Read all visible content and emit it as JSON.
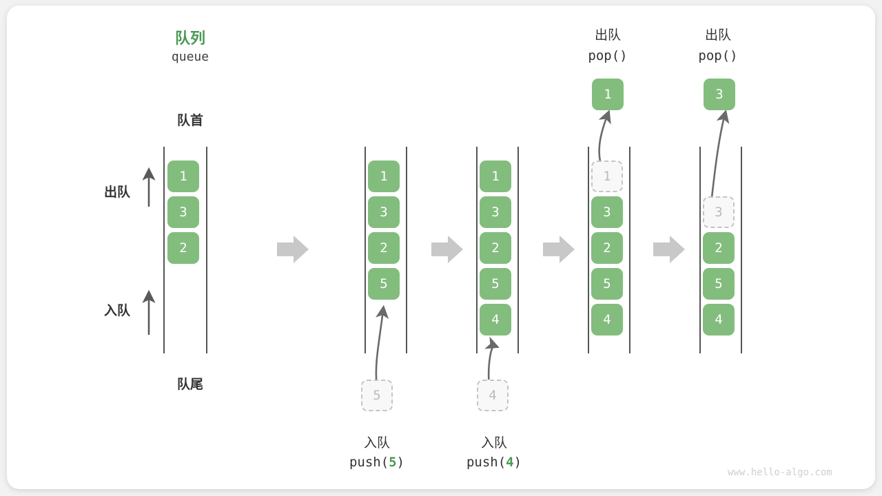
{
  "diagram": {
    "title_cn": "队列",
    "title_en": "queue",
    "front_label": "队首",
    "rear_label": "队尾",
    "dequeue_label": "出队",
    "enqueue_label": "入队",
    "watermark": "www.hello-algo.com",
    "accent_color": "#4a9a52",
    "element_color": "#82bd7d",
    "ghost_color": "#c4c4c4",
    "arrow_color": "#555555",
    "step_arrow_color": "#c8c8c8"
  },
  "steps": [
    {
      "id": "initial",
      "caption_cn": "",
      "caption_code": "",
      "cells": [
        {
          "value": "1",
          "state": "filled"
        },
        {
          "value": "3",
          "state": "filled"
        },
        {
          "value": "2",
          "state": "filled"
        }
      ],
      "incoming": null,
      "outgoing": null
    },
    {
      "id": "push-5",
      "caption_cn": "入队",
      "caption_code": "push(5)",
      "caption_code_prefix": "push(",
      "caption_code_num": "5",
      "caption_code_suffix": ")",
      "cells": [
        {
          "value": "1",
          "state": "filled"
        },
        {
          "value": "3",
          "state": "filled"
        },
        {
          "value": "2",
          "state": "filled"
        },
        {
          "value": "5",
          "state": "filled"
        }
      ],
      "incoming": {
        "value": "5",
        "state": "ghost"
      },
      "outgoing": null
    },
    {
      "id": "push-4",
      "caption_cn": "入队",
      "caption_code": "push(4)",
      "caption_code_prefix": "push(",
      "caption_code_num": "4",
      "caption_code_suffix": ")",
      "cells": [
        {
          "value": "1",
          "state": "filled"
        },
        {
          "value": "3",
          "state": "filled"
        },
        {
          "value": "2",
          "state": "filled"
        },
        {
          "value": "5",
          "state": "filled"
        },
        {
          "value": "4",
          "state": "filled"
        }
      ],
      "incoming": {
        "value": "4",
        "state": "ghost"
      },
      "outgoing": null
    },
    {
      "id": "pop-1",
      "caption_cn": "出队",
      "caption_code": "pop()",
      "cells": [
        {
          "value": "1",
          "state": "ghost"
        },
        {
          "value": "3",
          "state": "filled"
        },
        {
          "value": "2",
          "state": "filled"
        },
        {
          "value": "5",
          "state": "filled"
        },
        {
          "value": "4",
          "state": "filled"
        }
      ],
      "incoming": null,
      "outgoing": {
        "value": "1",
        "state": "filled"
      }
    },
    {
      "id": "pop-3",
      "caption_cn": "出队",
      "caption_code": "pop()",
      "cells": [
        {
          "value": "",
          "state": "empty"
        },
        {
          "value": "3",
          "state": "ghost"
        },
        {
          "value": "2",
          "state": "filled"
        },
        {
          "value": "5",
          "state": "filled"
        },
        {
          "value": "4",
          "state": "filled"
        }
      ],
      "incoming": null,
      "outgoing": {
        "value": "3",
        "state": "filled"
      }
    }
  ]
}
